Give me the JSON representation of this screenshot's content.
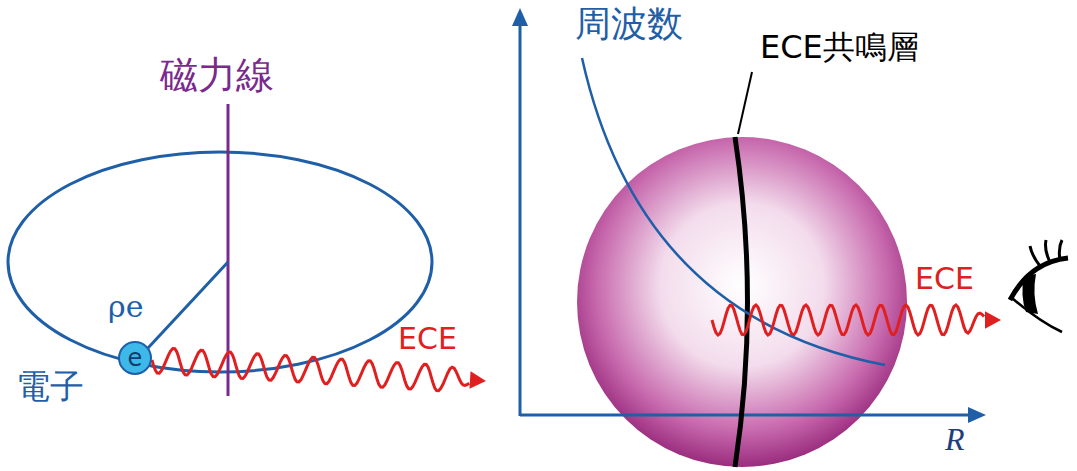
{
  "diagram": {
    "nodes": [
      {
        "text": [
          "e"
        ]
      }
    ],
    "labels": [
      "磁力線",
      "ρe",
      "電子",
      "ECE",
      "周波数",
      "ECE共鳴層",
      "ECE",
      "R"
    ]
  }
}
